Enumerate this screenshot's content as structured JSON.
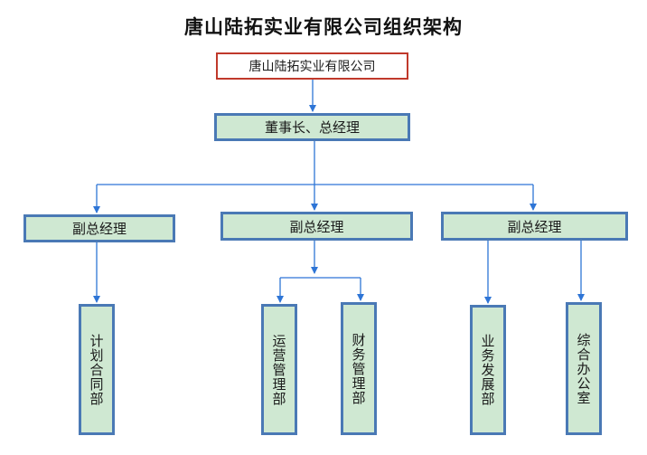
{
  "title": "唐山陆拓实业有限公司组织架构",
  "company": "唐山陆拓实业有限公司",
  "ceo": "董事长、总经理",
  "vice_managers": [
    {
      "label": "副总经理"
    },
    {
      "label": "副总经理"
    },
    {
      "label": "副总经理"
    }
  ],
  "departments": [
    {
      "label": "计划合同部"
    },
    {
      "label": "运营管理部"
    },
    {
      "label": "财务管理部"
    },
    {
      "label": "业务发展部"
    },
    {
      "label": "综合办公室"
    }
  ],
  "colors": {
    "box_fill": "#cfe8d2",
    "box_border": "#4a79b5",
    "company_border": "#c0392b",
    "connector": "#2e75d6"
  }
}
